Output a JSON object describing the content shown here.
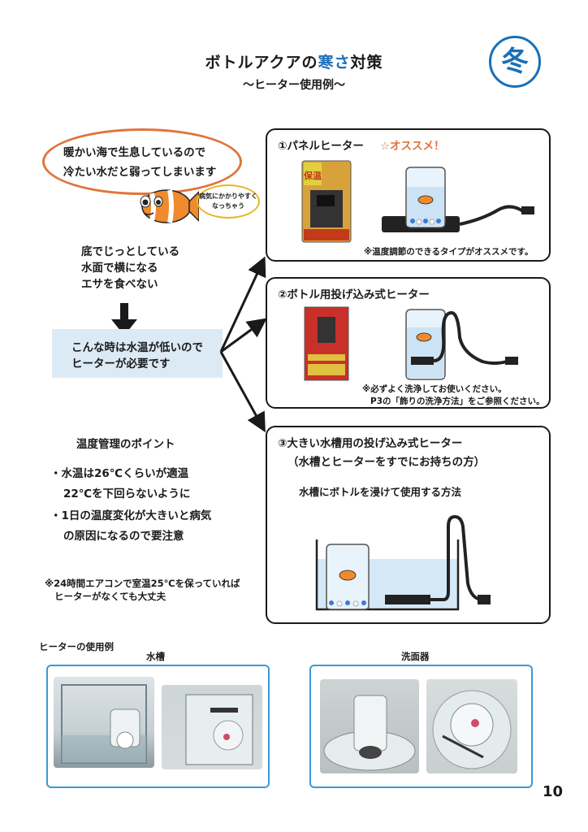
{
  "header": {
    "title_pre": "ボトルアクアの",
    "title_accent": "寒さ",
    "title_post": "対策",
    "subtitle": "〜ヒーター使用例〜",
    "season_badge": "冬"
  },
  "intro": {
    "line1": "暖かい海で生息しているので",
    "line2": "冷たい水だと弱ってしまいます",
    "fish_bubble_line1": "病気にかかりやすく",
    "fish_bubble_line2": "なっちゃう"
  },
  "symptoms": [
    "底でじっとしている",
    "水面で横になる",
    "エサを食べない"
  ],
  "need_heater": {
    "line1": "こんな時は水温が低いので",
    "line2": "ヒーターが必要です"
  },
  "points": {
    "title": "温度管理のポイント",
    "items": [
      "・水温は26℃くらいが適温",
      "22℃を下回らないように",
      "・1日の温度変化が大きいと病気",
      "の原因になるので要注意"
    ]
  },
  "note_24h": {
    "line1": "※24時間エアコンで室温25℃を保っていれば",
    "line2": "ヒーターがなくても大丈夫"
  },
  "panels": [
    {
      "heading": "①パネルヒーター",
      "badge": "☆オススメ！",
      "package_text": "保温",
      "note": "※温度調節のできるタイプがオススメです。"
    },
    {
      "heading": "②ボトル用投げ込み式ヒーター",
      "note_line1": "※必ずよく洗浄してお使いください。",
      "note_line2": "P3の「飾りの洗浄方法」をご参照ください。"
    },
    {
      "heading_line1": "③大きい水槽用の投げ込み式ヒーター",
      "heading_line2": "（水槽とヒーターをすでにお持ちの方）",
      "description": "水槽にボトルを浸けて使用する方法"
    }
  ],
  "examples": {
    "section_label": "ヒーターの使用例",
    "tank_caption": "水槽",
    "sink_caption": "洗面器"
  },
  "page_number": "10",
  "colors": {
    "accent_blue": "#1a6fb8",
    "orange": "#e2743a",
    "light_blue_box": "#dceaf6",
    "frame_blue": "#3a9ad9"
  }
}
